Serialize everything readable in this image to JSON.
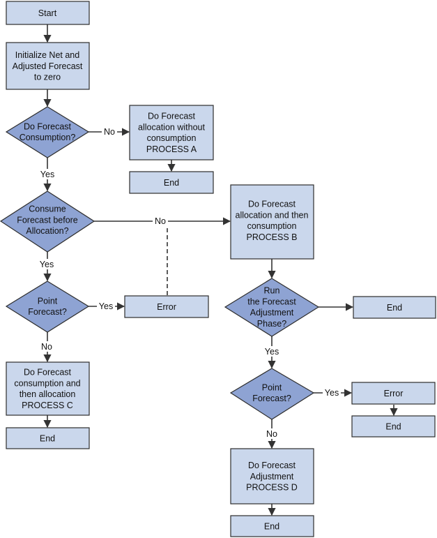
{
  "nodes": {
    "start": [
      "Start"
    ],
    "init": [
      "Initialize Net and",
      "Adjusted Forecast",
      "to zero"
    ],
    "dec_consumption": [
      "Do Forecast",
      "Consumption?"
    ],
    "proc_a": [
      "Do Forecast",
      "allocation without",
      "consumption",
      "PROCESS A"
    ],
    "end_a": [
      "End"
    ],
    "dec_consume_before": [
      "Consume",
      "Forecast before",
      "Allocation?"
    ],
    "proc_b": [
      "Do Forecast",
      "allocation and then",
      "consumption",
      "PROCESS B"
    ],
    "dec_point_left": [
      "Point",
      "Forecast?"
    ],
    "error_left": [
      "Error"
    ],
    "dec_run_adjust": [
      "Run",
      "the Forecast",
      "Adjustment",
      "Phase?"
    ],
    "end_run": [
      "End"
    ],
    "proc_c": [
      "Do Forecast",
      "consumption and",
      "then allocation",
      "PROCESS C"
    ],
    "end_c": [
      "End"
    ],
    "dec_point_right": [
      "Point",
      "Forecast?"
    ],
    "error_right": [
      "Error"
    ],
    "end_error_right": [
      "End"
    ],
    "proc_d": [
      "Do Forecast",
      "Adjustment",
      "PROCESS D"
    ],
    "end_d": [
      "End"
    ]
  },
  "edge_labels": {
    "consumption_no": "No",
    "consumption_yes": "Yes",
    "consume_before_no": "No",
    "consume_before_yes": "Yes",
    "point_left_yes": "Yes",
    "point_left_no": "No",
    "run_adjust_yes": "Yes",
    "point_right_yes": "Yes",
    "point_right_no": "No"
  }
}
